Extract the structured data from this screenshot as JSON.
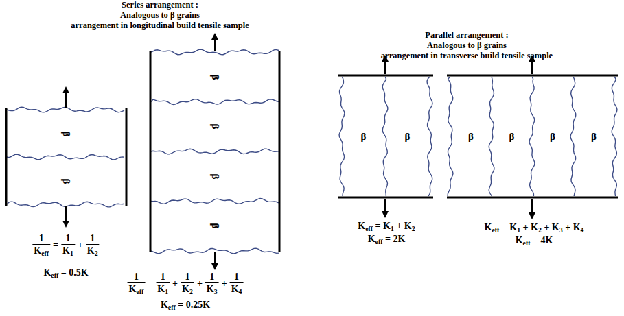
{
  "diagram": {
    "nodes": [
      {
        "text": [
          "β"
        ]
      },
      {
        "text": [
          "β"
        ]
      },
      {
        "text": [
          "β"
        ]
      },
      {
        "text": [
          "β"
        ]
      },
      {
        "text": [
          "β"
        ]
      },
      {
        "text": [
          "β"
        ]
      },
      {
        "text": [
          "β"
        ]
      },
      {
        "text": [
          "β"
        ]
      },
      {
        "text": [
          "β"
        ]
      },
      {
        "text": [
          "β"
        ]
      },
      {
        "text": [
          "β"
        ]
      },
      {
        "text": [
          "β"
        ]
      }
    ],
    "labels": [
      "Series arrangement :",
      "Analogous to β grains",
      "arrangement in longitudinal build tensile sample",
      "Parallel arrangement :",
      "Analogous to β grains",
      "arrangement in transverse build tensile sample",
      "1",
      "Keff",
      "=",
      "1",
      "K1",
      "+",
      "1",
      "K2",
      "Keff = 0.5K",
      "1",
      "Keff",
      "=",
      "1",
      "K1",
      "+",
      "1",
      "K2",
      "+",
      "1",
      "K3",
      "+",
      "1",
      "K4",
      "Keff = 0.25K",
      "Keff = K1 + K2",
      "Keff = 2K",
      "Keff = K1 + K2 + K3 + K4",
      "Keff = 4K"
    ]
  }
}
